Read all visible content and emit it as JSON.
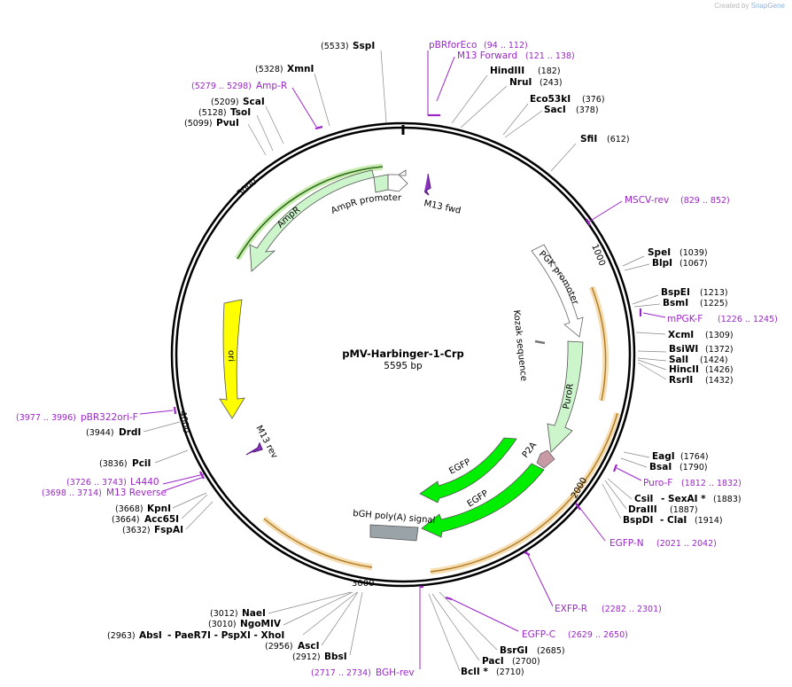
{
  "credit": {
    "prefix": "Created by",
    "brand": "SnapGene"
  },
  "plasmid": {
    "name": "pMV-Harbinger-1-Crp",
    "size": "5595 bp"
  },
  "ticks": [
    "1000",
    "2000",
    "3000",
    "4000",
    "5000"
  ],
  "features": {
    "ampr": "AmpR",
    "ampr_promoter": "AmpR promoter",
    "ori": "ori",
    "m13_fwd": "M13 fwd",
    "m13_rev": "M13 rev",
    "pgk_promoter": "PGK promoter",
    "kozak": "Kozak sequence",
    "puror": "PuroR",
    "p2a": "P2A",
    "egfp1": "EGFP",
    "egfp2": "EGFP",
    "bgh": "bGH poly(A) signal"
  },
  "sites": {
    "sspi": {
      "name": "SspI",
      "pos": "(5533)"
    },
    "xmni": {
      "name": "XmnI",
      "pos": "(5328)"
    },
    "scai": {
      "name": "ScaI",
      "pos": "(5209)"
    },
    "tsoi": {
      "name": "TsoI",
      "pos": "(5128)"
    },
    "pvui": {
      "name": "PvuI",
      "pos": "(5099)"
    },
    "hindiii": {
      "name": "HindIII",
      "pos": "(182)"
    },
    "nrui": {
      "name": "NruI",
      "pos": "(243)"
    },
    "eco53ki": {
      "name": "Eco53kI",
      "pos": "(376)"
    },
    "saci": {
      "name": "SacI",
      "pos": "(378)"
    },
    "sfii": {
      "name": "SfiI",
      "pos": "(612)"
    },
    "spei": {
      "name": "SpeI",
      "pos": "(1039)"
    },
    "blpi": {
      "name": "BlpI",
      "pos": "(1067)"
    },
    "bspei": {
      "name": "BspEI",
      "pos": "(1213)"
    },
    "bsmi": {
      "name": "BsmI",
      "pos": "(1225)"
    },
    "xcmi": {
      "name": "XcmI",
      "pos": "(1309)"
    },
    "bsiwi": {
      "name": "BsiWI",
      "pos": "(1372)"
    },
    "sali": {
      "name": "SalI",
      "pos": "(1424)"
    },
    "hincii": {
      "name": "HincII",
      "pos": "(1426)"
    },
    "rsrii": {
      "name": "RsrII",
      "pos": "(1432)"
    },
    "eagi": {
      "name": "EagI",
      "pos": "(1764)"
    },
    "bsai": {
      "name": "BsaI",
      "pos": "(1790)"
    },
    "csii": {
      "name": "CsiI",
      "extra": "- SexAI *",
      "pos": "(1883)"
    },
    "draiii": {
      "name": "DraIII",
      "pos": "(1887)"
    },
    "bspdi": {
      "name": "BspDI",
      "extra": "- ClaI",
      "pos": "(1914)"
    },
    "bsrgi": {
      "name": "BsrGI",
      "pos": "(2685)"
    },
    "paci": {
      "name": "PacI",
      "pos": "(2700)"
    },
    "bcli": {
      "name": "BclI *",
      "pos": "(2710)"
    },
    "naei": {
      "name": "NaeI",
      "pos": "(3012)"
    },
    "ngomiv": {
      "name": "NgoMIV",
      "pos": "(3010)"
    },
    "absi": {
      "name": "AbsI",
      "extra": "- PaeR7I - PspXI - XhoI",
      "pos": "(2963)"
    },
    "asci": {
      "name": "AscI",
      "pos": "(2956)"
    },
    "bbsi": {
      "name": "BbsI",
      "pos": "(2912)"
    },
    "kpni": {
      "name": "KpnI",
      "pos": "(3668)"
    },
    "acc65i": {
      "name": "Acc65I",
      "pos": "(3664)"
    },
    "fspai": {
      "name": "FspAI",
      "pos": "(3632)"
    },
    "pcii": {
      "name": "PciI",
      "pos": "(3836)"
    },
    "drdi": {
      "name": "DrdI",
      "pos": "(3944)"
    }
  },
  "primers": {
    "pbrforeco": {
      "name": "pBRforEco",
      "pos": "(94 .. 112)"
    },
    "m13forward": {
      "name": "M13 Forward",
      "pos": "(121 .. 138)"
    },
    "ampr": {
      "name": "Amp-R",
      "pos": "(5279 .. 5298)"
    },
    "msclrev": {
      "name": "MSCV-rev",
      "pos": "(829 .. 852)"
    },
    "mpgkf": {
      "name": "mPGK-F",
      "pos": "(1226 .. 1245)"
    },
    "purof": {
      "name": "Puro-F",
      "pos": "(1812 .. 1832)"
    },
    "egfpn": {
      "name": "EGFP-N",
      "pos": "(2021 .. 2042)"
    },
    "exfpr": {
      "name": "EXFP-R",
      "pos": "(2282 .. 2301)"
    },
    "egfpc": {
      "name": "EGFP-C",
      "pos": "(2629 .. 2650)"
    },
    "bghrev": {
      "name": "BGH-rev",
      "pos": "(2717 .. 2734)"
    },
    "l4440": {
      "name": "L4440",
      "pos": "(3726 .. 3743)"
    },
    "m13reverse": {
      "name": "M13 Reverse",
      "pos": "(3698 .. 3714)"
    },
    "pbr322orif": {
      "name": "pBR322ori-F",
      "pos": "(3977 .. 3996)"
    }
  },
  "colors": {
    "ampr": "#ccf5cc",
    "ori": "#ffff00",
    "egfp": "#00ee00",
    "puror": "#ccf5cc",
    "p2a": "#c89aa6",
    "bgh": "#9aa4a8",
    "orf": "#f5deb3",
    "primer": "#9b26c8"
  }
}
